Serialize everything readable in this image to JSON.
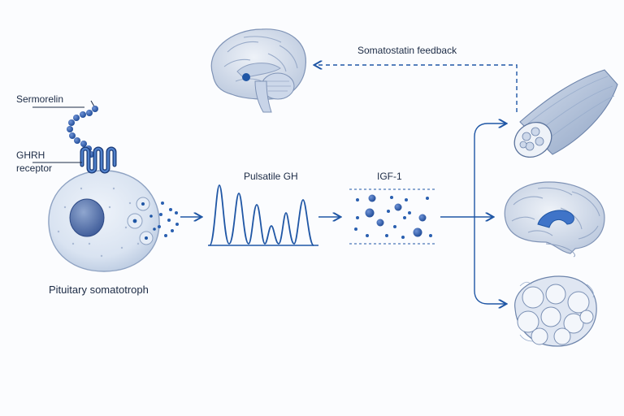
{
  "labels": {
    "sermorelin": "Sermorelin",
    "ghrh_receptor_line1": "GHRH",
    "ghrh_receptor_line2": "receptor",
    "pituitary": "Pituitary somatotroph",
    "pulsatile_gh": "Pulsatile GH",
    "igf1": "IGF-1",
    "somatostatin": "Somatostatin feedback"
  },
  "colors": {
    "accent": "#1f56a5",
    "dark_navy": "#1a3a78",
    "light_blue": "#dfe8f5",
    "ink": "#1c2b45"
  },
  "icons": {
    "brain_top": "brain-sagittal-hypothalamus-icon",
    "muscle": "muscle-fiber-icon",
    "brain_right": "brain-hippocampus-icon",
    "fat": "adipose-tissue-icon",
    "cell": "pituitary-cell-icon"
  }
}
